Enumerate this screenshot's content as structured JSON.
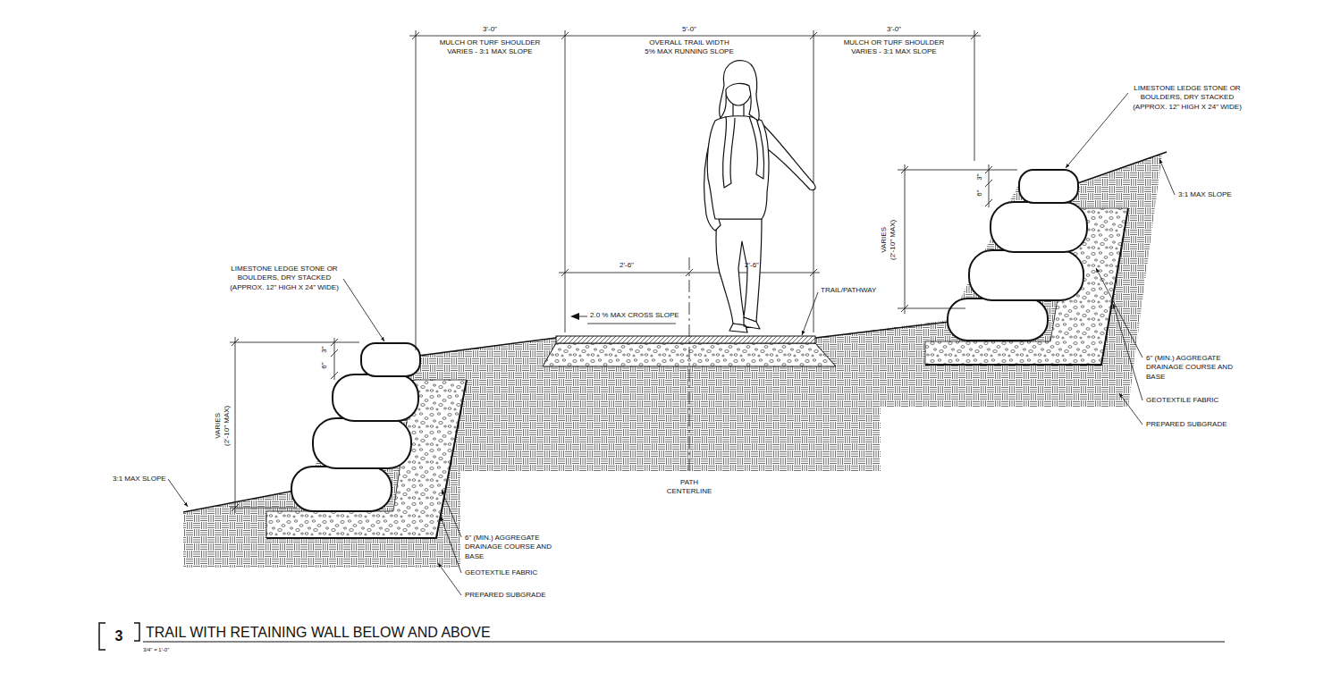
{
  "diagram": {
    "title": "TRAIL WITH RETAINING WALL BELOW AND ABOVE",
    "labels": [
      "3'-0\"",
      "MULCH OR TURF SHOULDER VARIES - 3:1 MAX SLOPE",
      "5'-0\"",
      "OVERALL TRAIL WIDTH 5% MAX RUNNING SLOPE",
      "3'-0\"",
      "MULCH OR TURF SHOULDER VARIES - 3:1 MAX SLOPE",
      "LIMESTONE LEDGE STONE OR BOULDERS, DRY STACKED (APPROX. 12\" HIGH X 24\" WIDE)",
      "2'-6\"",
      "2'-6\"",
      "TRAIL/PATHWAY",
      "2.0 % MAX CROSS SLOPE",
      "LIMESTONE LEDGE STONE OR BOULDERS, DRY STACKED (APPROX. 12\" HIGH X 24\" WIDE)",
      "VARIES (2'-10\" MAX)",
      "3\"",
      "6\"",
      "3:1 MAX SLOPE",
      "6\" (MIN.) AGGREGATE DRAINAGE COURSE AND BASE",
      "GEOTEXTILE FABRIC",
      "PREPARED SUBGRADE",
      "VARIES (2'-10\" MAX)",
      "3\"",
      "6\"",
      "3:1 MAX SLOPE",
      "PATH CENTERLINE",
      "6\" (MIN.) AGGREGATE DRAINAGE COURSE AND BASE",
      "GEOTEXTILE FABRIC",
      "PREPARED SUBGRADE",
      "3",
      "3/4\" = 1'-0\""
    ]
  }
}
